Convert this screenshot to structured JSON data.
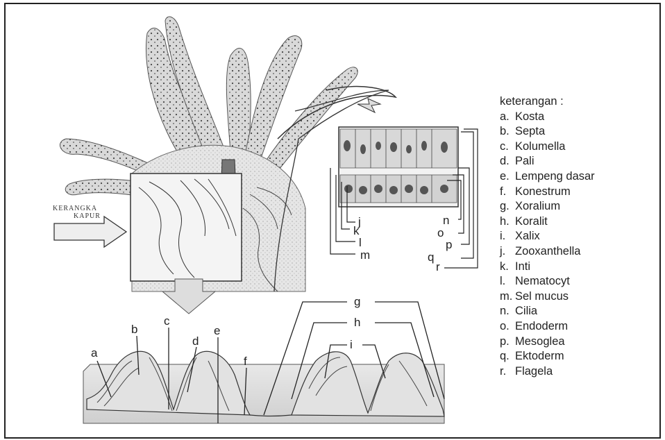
{
  "legend": {
    "title": "keterangan :",
    "items": [
      {
        "key": "a.",
        "text": "Kosta"
      },
      {
        "key": "b.",
        "text": "Septa"
      },
      {
        "key": "c.",
        "text": "Kolumella"
      },
      {
        "key": "d.",
        "text": "Pali"
      },
      {
        "key": "e.",
        "text": "Lempeng dasar"
      },
      {
        "key": "f.",
        "text": "Konestrum"
      },
      {
        "key": "g.",
        "text": "Xoralium"
      },
      {
        "key": "h.",
        "text": "Koralit"
      },
      {
        "key": "i.",
        "text": "Xalix"
      },
      {
        "key": "j.",
        "text": "Zooxanthella"
      },
      {
        "key": "k.",
        "text": "Inti"
      },
      {
        "key": "l.",
        "text": "Nematocyt"
      },
      {
        "key": "m.",
        "text": "Sel mucus"
      },
      {
        "key": "n.",
        "text": "Cilia"
      },
      {
        "key": "o.",
        "text": "Endoderm"
      },
      {
        "key": "p.",
        "text": "Mesoglea"
      },
      {
        "key": "q.",
        "text": "Ektoderm"
      },
      {
        "key": "r.",
        "text": "Flagela"
      }
    ]
  },
  "callouts": {
    "a": "a",
    "b": "b",
    "c": "c",
    "d": "d",
    "e": "e",
    "f": "f",
    "g": "g",
    "h": "h",
    "i": "i",
    "j": "j",
    "k": "k",
    "l": "l",
    "m": "m",
    "n": "n",
    "o": "o",
    "p": "p",
    "q": "q",
    "r": "r"
  },
  "arrow_label": {
    "line1": "KERANGKA",
    "line2": "KAPUR"
  }
}
